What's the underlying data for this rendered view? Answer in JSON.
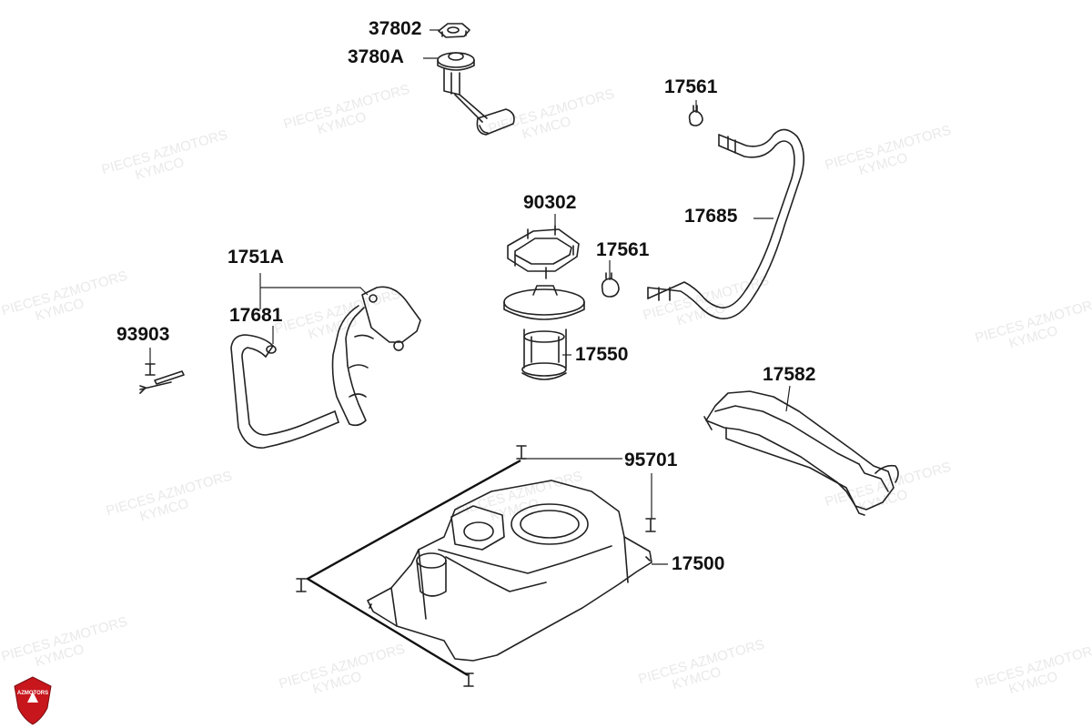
{
  "diagram": {
    "callouts": [
      {
        "id": "c-37802",
        "label": "37802"
      },
      {
        "id": "c-3780a",
        "label": "3780A"
      },
      {
        "id": "c-17561-top",
        "label": "17561"
      },
      {
        "id": "c-90302",
        "label": "90302"
      },
      {
        "id": "c-17685",
        "label": "17685"
      },
      {
        "id": "c-17561-mid",
        "label": "17561"
      },
      {
        "id": "c-1751a",
        "label": "1751A"
      },
      {
        "id": "c-17681",
        "label": "17681"
      },
      {
        "id": "c-93903",
        "label": "93903"
      },
      {
        "id": "c-17550",
        "label": "17550"
      },
      {
        "id": "c-17582",
        "label": "17582"
      },
      {
        "id": "c-95701",
        "label": "95701"
      },
      {
        "id": "c-17500",
        "label": "17500"
      }
    ]
  },
  "watermark": {
    "line1": "PIECES AZMOTORS",
    "line2": "KYMCO"
  },
  "logo": {
    "text": "AZMOTORS",
    "color": "#c8161d"
  }
}
